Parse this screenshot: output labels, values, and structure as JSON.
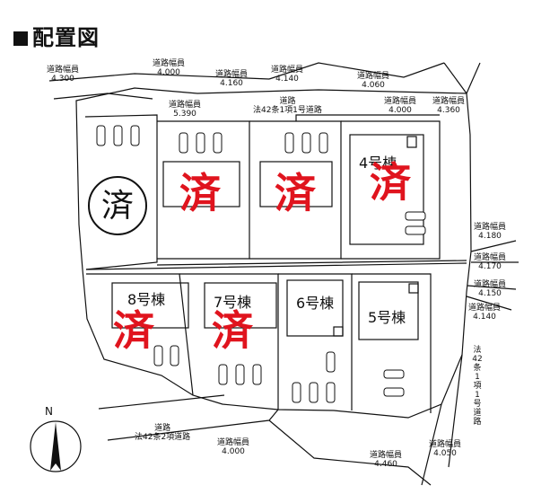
{
  "header": {
    "title": "配置図"
  },
  "roads": {
    "r1": {
      "name": "道路幅員",
      "width": "4.300"
    },
    "r2": {
      "name": "道路幅員",
      "width": "4.000"
    },
    "r3": {
      "name": "道路幅員",
      "width": "4.160"
    },
    "r4": {
      "name": "道路幅員",
      "width": "4.140"
    },
    "r5": {
      "name": "道路幅員",
      "width": "4.060"
    },
    "r6": {
      "name": "道路幅員",
      "width": "5.390"
    },
    "r7": {
      "name": "道路",
      "sub": "法42条1項1号道路"
    },
    "r8": {
      "name": "道路幅員",
      "width": "4.000"
    },
    "r9": {
      "name": "道路幅員",
      "width": "4.360"
    },
    "r10": {
      "name": "道路幅員",
      "width": "4.180"
    },
    "r11": {
      "name": "道路幅員",
      "width": "4.170"
    },
    "r12": {
      "name": "道路幅員",
      "width": "4.150"
    },
    "r13": {
      "name": "道路幅員",
      "width": "4.140"
    },
    "r14": {
      "vertical": "法42条1項1号道路"
    },
    "r15": {
      "name": "道路",
      "sub": "法42条2項道路"
    },
    "r16": {
      "name": "道路幅員",
      "width": "4.000"
    },
    "r17": {
      "name": "道路幅員",
      "width": "4.460"
    },
    "r18": {
      "name": "道路幅員",
      "width": "4.050"
    }
  },
  "buildings": {
    "b4": "4号棟",
    "b5": "5号棟",
    "b6": "6号棟",
    "b7": "7号棟",
    "b8": "8号棟"
  },
  "sold_mark": "済",
  "north": "N"
}
